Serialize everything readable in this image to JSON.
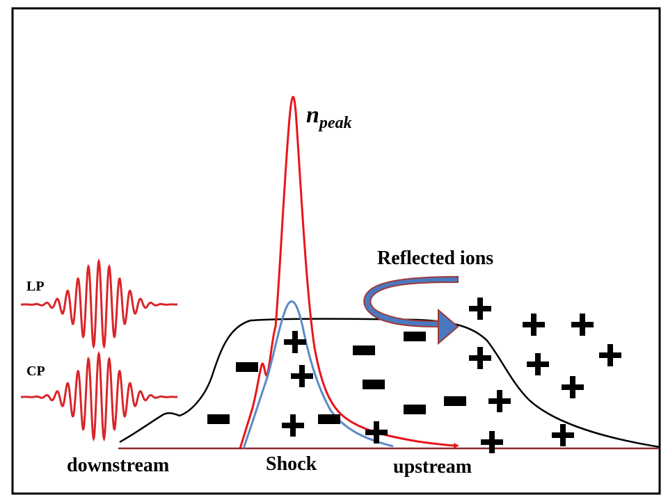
{
  "diagram": {
    "labels": {
      "npeak_main": "n",
      "npeak_sub": "peak",
      "reflected_ions": "Reflected ions",
      "lp": "LP",
      "cp": "CP",
      "downstream": "downstream",
      "shock": "Shock",
      "upstream": "upstream"
    },
    "symbols": {
      "plus": "+",
      "minus": "−"
    },
    "colors": {
      "frame": "#000000",
      "density_peak_curve": "#e8141c",
      "ion_curve": "#5b8ac6",
      "envelope_curve": "#000000",
      "baseline": "#8b2a2a",
      "laser_pulse": "#d9262a",
      "reflected_arrow_fill": "#4a78c0",
      "reflected_arrow_stroke": "#9c3b3b"
    },
    "icons": [
      "laser-pulse-lp-icon",
      "laser-pulse-cp-icon",
      "reflected-ions-arrow-icon",
      "plus-charge-icon",
      "minus-charge-icon"
    ]
  }
}
